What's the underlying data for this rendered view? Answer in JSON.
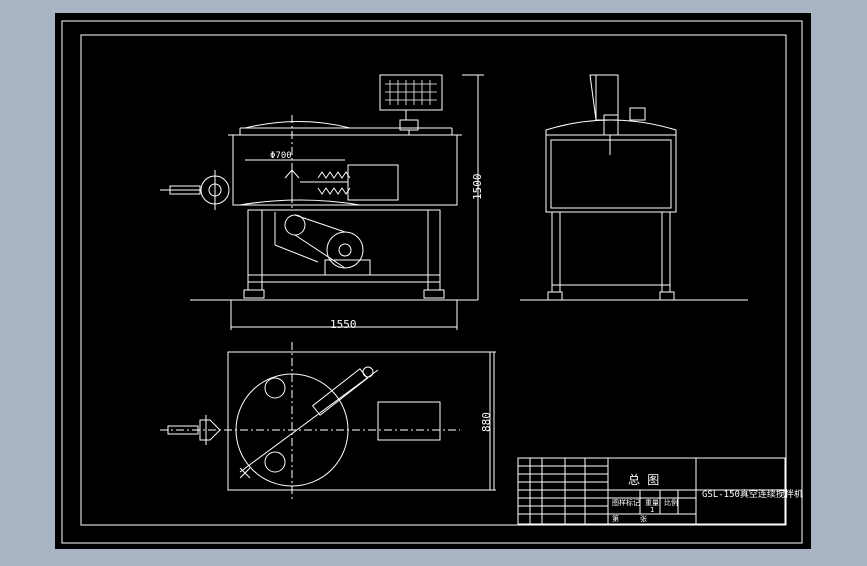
{
  "drawing": {
    "dimensions": {
      "width_front": "1550",
      "height_front": "1500",
      "diameter": "Φ700",
      "depth_top": "880"
    },
    "title_block": {
      "view_name": "总 图",
      "drawing_no": "GSL-150真空连续搅拌机",
      "small_labels": [
        "图样标记",
        "重量",
        "比例",
        "1",
        "第",
        "张"
      ]
    }
  }
}
